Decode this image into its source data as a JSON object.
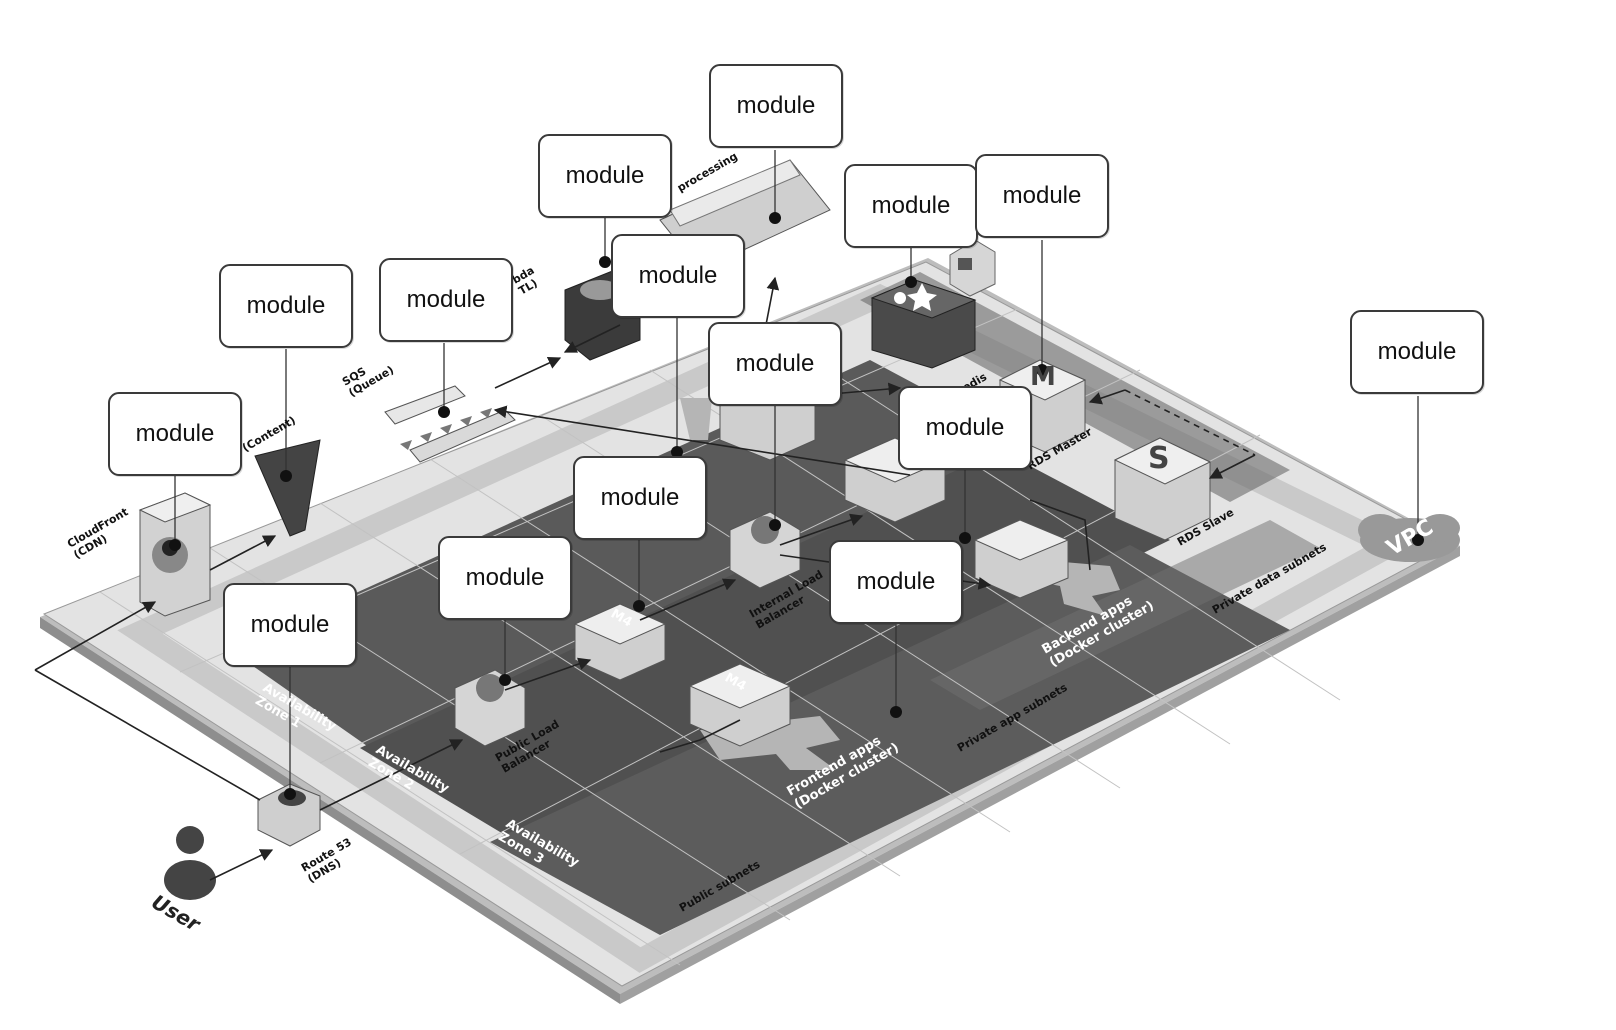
{
  "module_label": "module",
  "labels": {
    "cloudfront": "CloudFront\n(CDN)",
    "s3_content": "(Content)",
    "sqs": "SQS\n(Queue)",
    "lambda": "bda\nTL)",
    "processing": "processing",
    "redis": "Redis",
    "rds_master": "RDS Master",
    "rds_slave": "RDS Slave",
    "vpc": "VPC",
    "az1": "Availability\nZone 1",
    "az2": "Availability\nZone 2",
    "az3": "Availability\nZone 3",
    "public_lb": "Public Load\nBalancer",
    "internal_lb": "Internal Load\nBalancer",
    "frontend_apps": "Frontend apps\n(Docker cluster)",
    "backend_apps": "Backend apps\n(Docker cluster)",
    "private_data_subnets": "Private data subnets",
    "private_app_subnets": "Private app subnets",
    "public_subnets": "Public subnets",
    "route53": "Route 53\n(DNS)",
    "user": "User",
    "m4": "M4",
    "rds_m": "M",
    "rds_s": "S"
  },
  "colors": {
    "board": "#d9d9d9",
    "zone": "#555555",
    "band_dark": "#4a4a4a",
    "cube_top": "#ececec",
    "cube_side": "#bdbdbd"
  }
}
